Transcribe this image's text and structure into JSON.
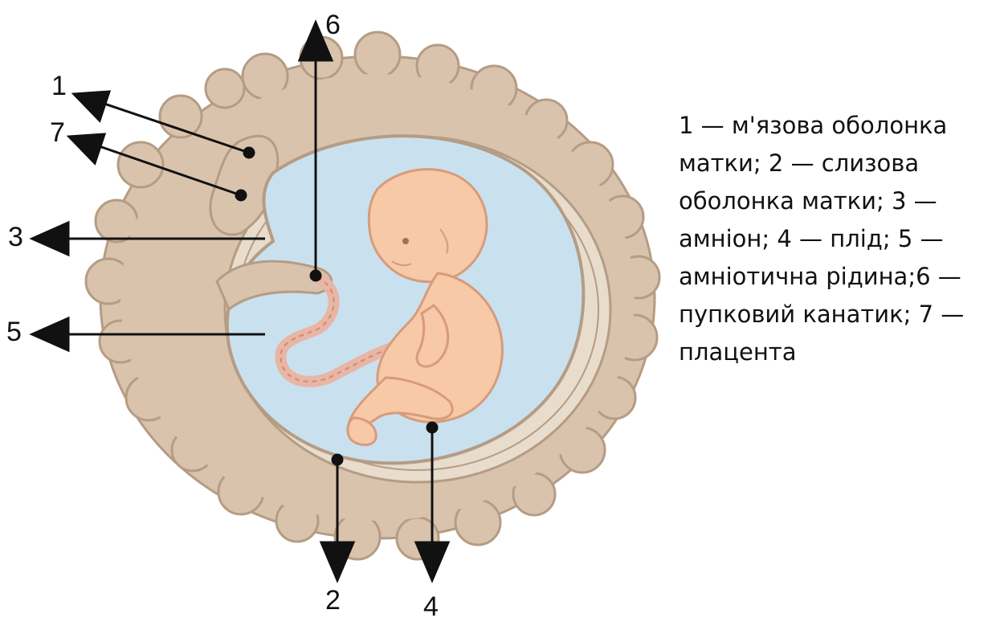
{
  "labels": {
    "n1": "1",
    "n2": "2",
    "n3": "3",
    "n4": "4",
    "n5": "5",
    "n6": "6",
    "n7": "7"
  },
  "legend": {
    "lines": [
      "1 — м'язова оболонка",
      "матки; 2 — слизова",
      "оболонка матки; 3 —",
      "амніон; 4 — плід; 5 —",
      "амніотична рідина;6 —",
      "пупковий канатик; 7 —",
      "плацента"
    ]
  },
  "colors": {
    "uterus_wall": "#d9c3ac",
    "uterus_outline": "#b59c84",
    "amniotic_fluid": "#c9e1ef",
    "fetus": "#f7c9a6",
    "fetus_outline": "#d79b7c",
    "umbilical_cord": "#e9b5a4",
    "pointer": "#111111"
  }
}
